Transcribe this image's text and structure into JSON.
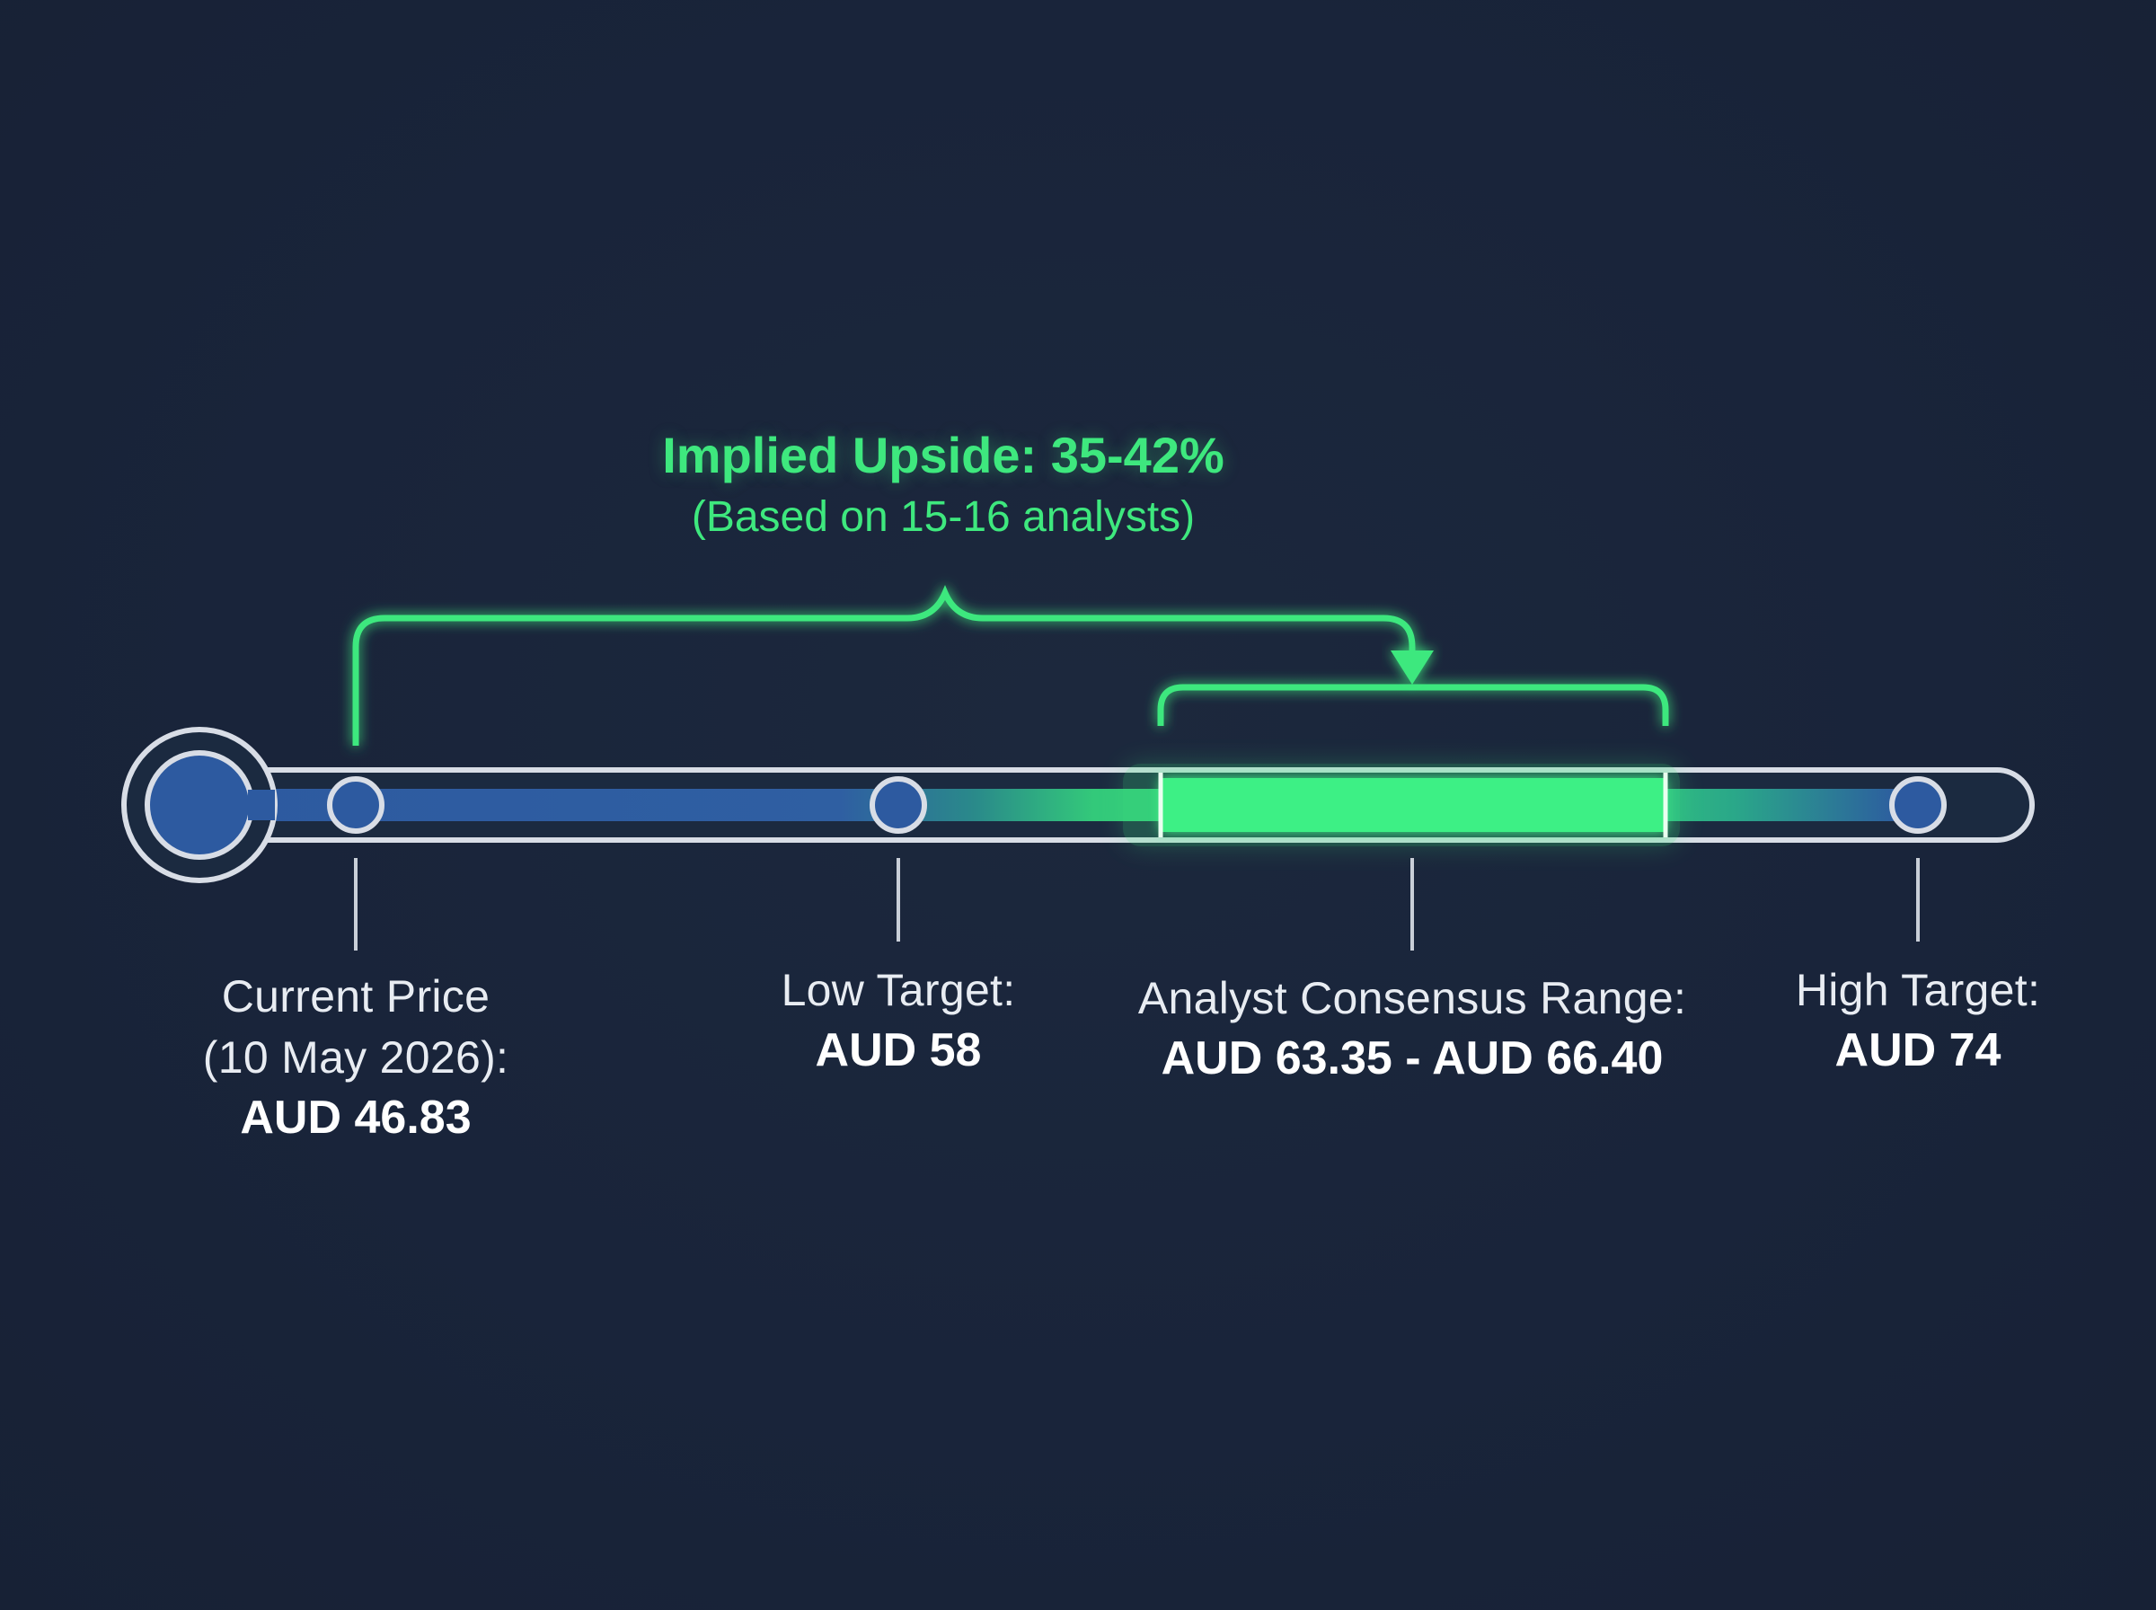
{
  "colors": {
    "background": "#1a2539",
    "track_blue": "#2d5aa0",
    "accent_green": "#3ee87e",
    "outline": "#d8dde6"
  },
  "upside": {
    "title": "Implied Upside: 35-42%",
    "subtitle": "(Based on 15-16 analysts)"
  },
  "markers": {
    "current": {
      "label_line1": "Current Price",
      "label_line2": "(10 May 2026):",
      "value": "AUD 46.83"
    },
    "low": {
      "label_line1": "Low Target:",
      "value": "AUD 58"
    },
    "consensus": {
      "label_line1": "Analyst Consensus Range:",
      "value": "AUD 63.35 - AUD 66.40"
    },
    "high": {
      "label_line1": "High Target:",
      "value": "AUD 74"
    }
  }
}
